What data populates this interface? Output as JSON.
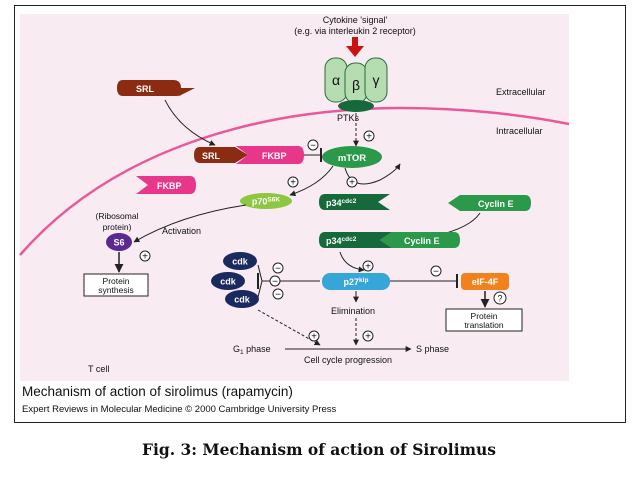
{
  "diagram": {
    "signal_label_line1": "Cytokine 'signal'",
    "signal_label_line2": "(e.g. via interleukin 2 receptor)",
    "receptor_alpha": "α",
    "receptor_beta": "β",
    "receptor_gamma": "γ",
    "extracellular": "Extracellular",
    "intracellular": "Intracellular",
    "ptks": "PTKs",
    "srl_free": "SRL",
    "srl_bound": "SRL",
    "fkbp_bound": "FKBP",
    "fkbp_free": "FKBP",
    "mtor": "mTOR",
    "p70_base": "p70",
    "p70_sup": "S6K",
    "p34_top_base": "p34",
    "p34_top_sup": "cdc2",
    "p34_bottom_base": "p34",
    "p34_bottom_sup": "cdc2",
    "cyclin_e_free": "Cyclin E",
    "cyclin_e_bound": "Cyclin E",
    "ribosomal_line1": "(Ribosomal",
    "ribosomal_line2": "protein)",
    "s6": "S6",
    "activation": "Activation",
    "protein_synthesis_line1": "Protein",
    "protein_synthesis_line2": "synthesis",
    "cdk_labels": [
      "cdk",
      "cdk",
      "cdk"
    ],
    "p27_base": "p27",
    "p27_sup": "kip",
    "elimination": "Elimination",
    "eif4f": "eIF-4F",
    "question": "?",
    "protein_translation_line1": "Protein",
    "protein_translation_line2": "translation",
    "g1_base": "G",
    "g1_sub": "1",
    "g1_rest": " phase",
    "s_phase": "S phase",
    "cell_cycle": "Cell cycle progression",
    "t_cell": "T cell",
    "plus": "+",
    "minus": "−"
  },
  "caption": "Mechanism of action of sirolimus (rapamycin)",
  "credit": "Expert Reviews in Molecular Medicine © 2000 Cambridge University Press",
  "figure_caption": "Fig. 3: Mechanism of action of Sirolimus",
  "colors": {
    "panel_bg": "#f9ebf2",
    "membrane": "#e8589b",
    "srl": "#8b2b12",
    "fkbp": "#e8378a",
    "green_dark": "#15693a",
    "green": "#2a9a4a",
    "p70": "#8dc640",
    "s6": "#5a2a90",
    "cdk": "#1a2a5e",
    "p27": "#36a6d8",
    "eif4f": "#f0821e",
    "receptor": "#b6dcb2",
    "signal_arrow": "#cc1111"
  }
}
